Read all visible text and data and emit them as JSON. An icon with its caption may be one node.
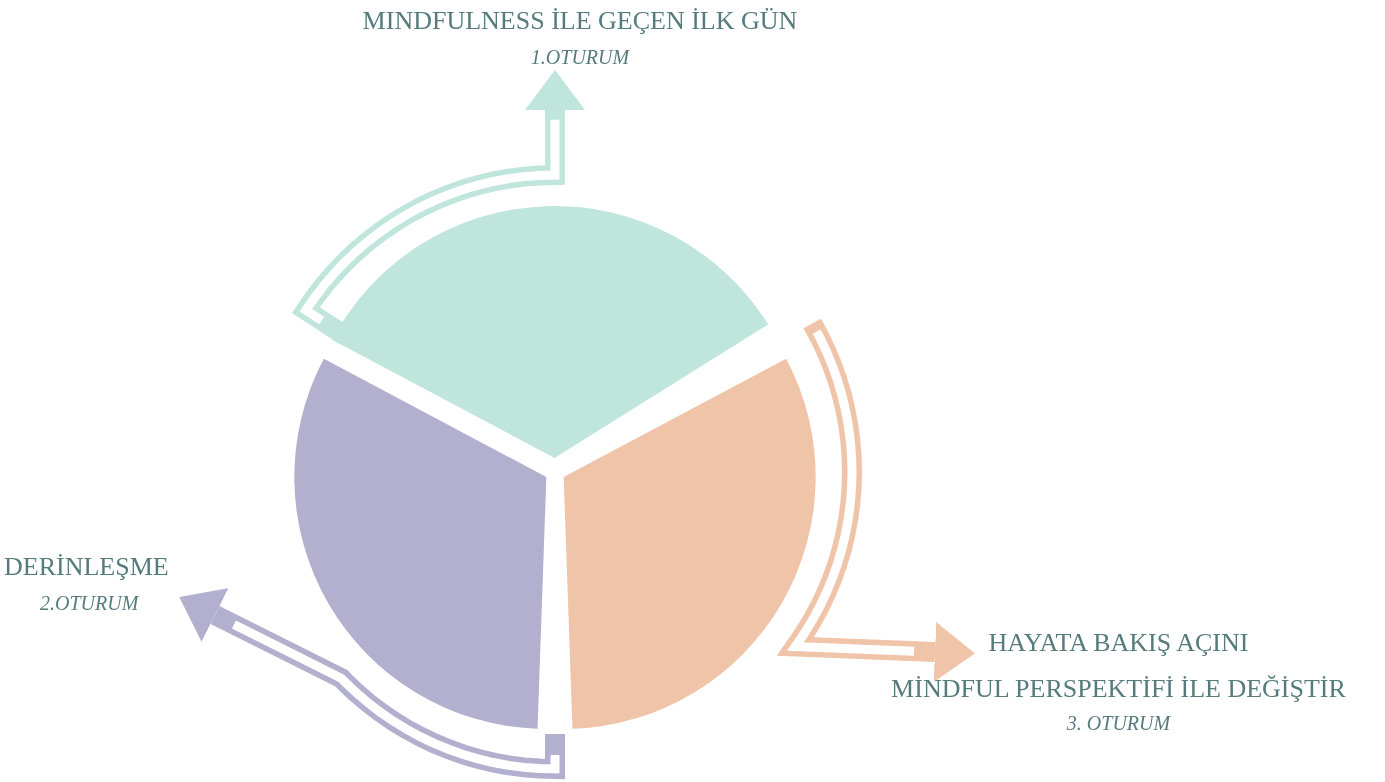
{
  "diagram": {
    "nodes": [
      {
        "text": [
          "MINDFULNESS İLE GEÇEN İLK GÜN",
          "1.OTURUM"
        ]
      },
      {
        "text": [],
        "shape": "sector"
      },
      {
        "text": [],
        "shape": "sector"
      },
      {
        "text": [],
        "shape": "sector"
      },
      {
        "text": [
          "DERİNLEŞME",
          "2.OTURUM"
        ]
      },
      {
        "text": [
          "HAYATA BAKIŞ AÇINI",
          "MİNDFUL PERSPEKTİFİ İLE DEĞİŞTİR",
          "3. OTURUM"
        ]
      }
    ],
    "edges": [
      {
        "from": 1,
        "to": 0,
        "arrow": "to",
        "color": "#bfe5dc"
      },
      {
        "from": 2,
        "to": 4,
        "arrow": "to",
        "color": "#b2b0ce"
      },
      {
        "from": 3,
        "to": 5,
        "arrow": "to",
        "color": "#f0c4a8"
      }
    ]
  }
}
